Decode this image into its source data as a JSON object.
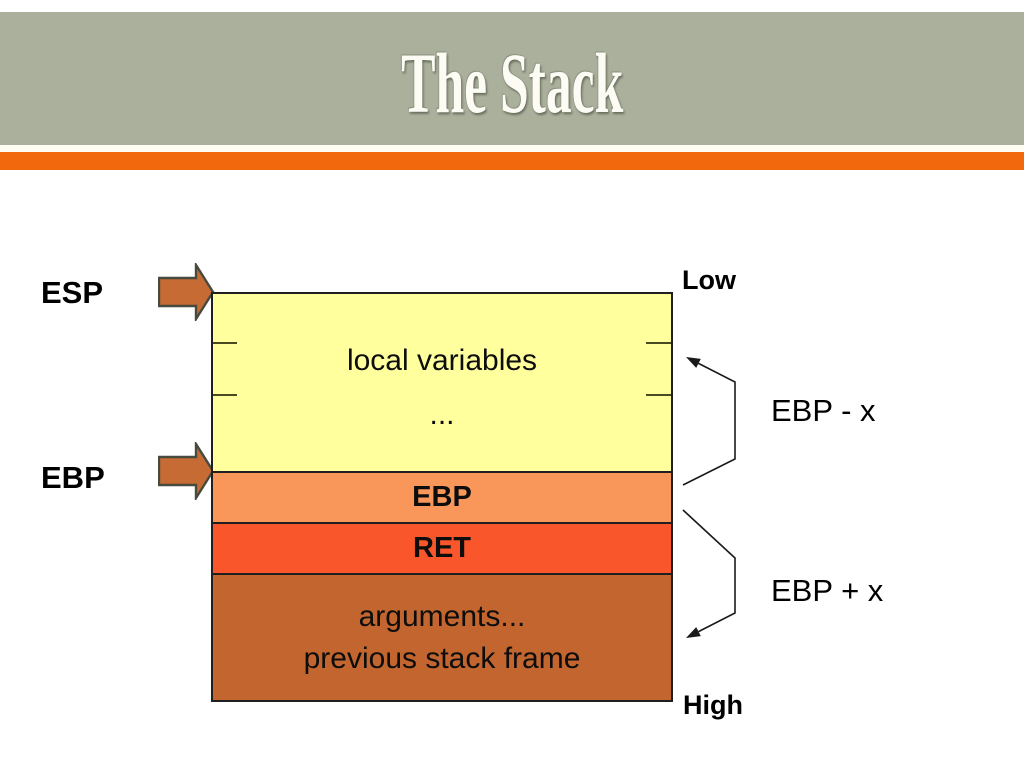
{
  "slide": {
    "title": "The Stack"
  },
  "colors": {
    "banner": "#aab09c",
    "banner-title": "#fcfcf4",
    "divider": "#f2690d",
    "region-local": "#ffff9d",
    "region-ebp": "#f9965a",
    "region-ret": "#f9572b",
    "region-args": "#c2652f",
    "arrow-fill": "#c76b35",
    "arrow-outline": "#474a3c",
    "line": "#1f1f1f"
  },
  "diagram": {
    "registers": [
      {
        "name": "ESP"
      },
      {
        "name": "EBP"
      }
    ],
    "regions": [
      {
        "label": "local variables",
        "sublabel": "..."
      },
      {
        "label": "EBP"
      },
      {
        "label": "RET"
      },
      {
        "label": "arguments...",
        "sublabel": "previous stack frame"
      }
    ],
    "memory_direction": {
      "low": "Low",
      "high": "High"
    },
    "offsets": [
      {
        "label": "EBP - x"
      },
      {
        "label": "EBP + x"
      }
    ]
  }
}
